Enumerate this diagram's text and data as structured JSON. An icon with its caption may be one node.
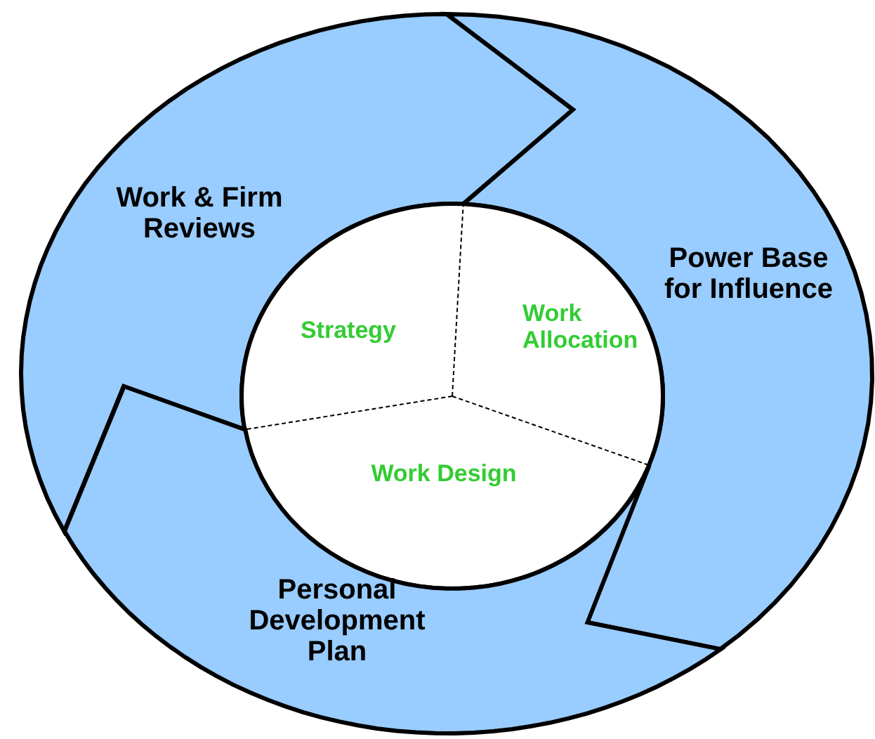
{
  "diagram": {
    "nodes": [
      {
        "text": [
          "Work & Firm Reviews"
        ]
      },
      {
        "text": [
          "Power Base for Influence"
        ]
      },
      {
        "text": [],
        "shape": "circle"
      },
      {
        "text": [
          "Strategy"
        ],
        "in": 2
      },
      {
        "text": [
          "Work Allocation"
        ],
        "in": 2
      },
      {
        "text": [
          "Work Design"
        ],
        "in": 2
      },
      {
        "text": [
          "Personal Development Plan"
        ]
      }
    ]
  }
}
